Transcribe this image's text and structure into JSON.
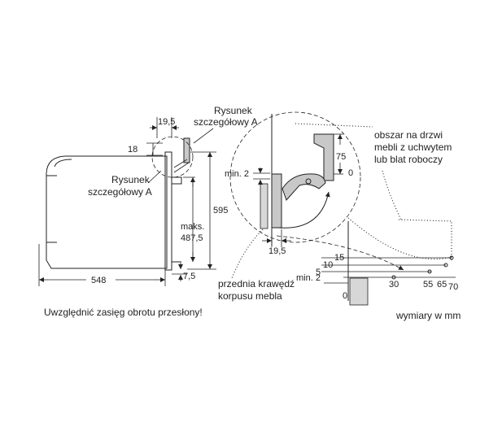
{
  "labels": {
    "detail_a_top": [
      "Rysunek",
      "szczegółowy A"
    ],
    "detail_a_left": [
      "Rysunek",
      "szczegółowy A"
    ],
    "door_area": [
      "obszar na drzwi",
      "mebli z uchwytem",
      "lub blat roboczy"
    ],
    "front_edge": [
      "przednia krawędź",
      "korpusu mebla"
    ],
    "note_rotation": "Uwzględnić zasięg obrotu przesłony!",
    "units": "wymiary w mm"
  },
  "dimensions": {
    "d_19_5_top": "19,5",
    "d_18": "18",
    "d_595": "595",
    "d_max": [
      "maks.",
      "487,5"
    ],
    "d_7_5": "7,5",
    "d_548": "548",
    "d_75": "75",
    "d_0_detail": "0",
    "d_min2_detail": "min. 2",
    "d_19_5_bottom": "19,5"
  },
  "scale": {
    "left_ticks": [
      "15",
      "10",
      "5",
      "min. 2"
    ],
    "bottom_ticks": [
      "0",
      "30",
      "55",
      "65",
      "70"
    ]
  }
}
